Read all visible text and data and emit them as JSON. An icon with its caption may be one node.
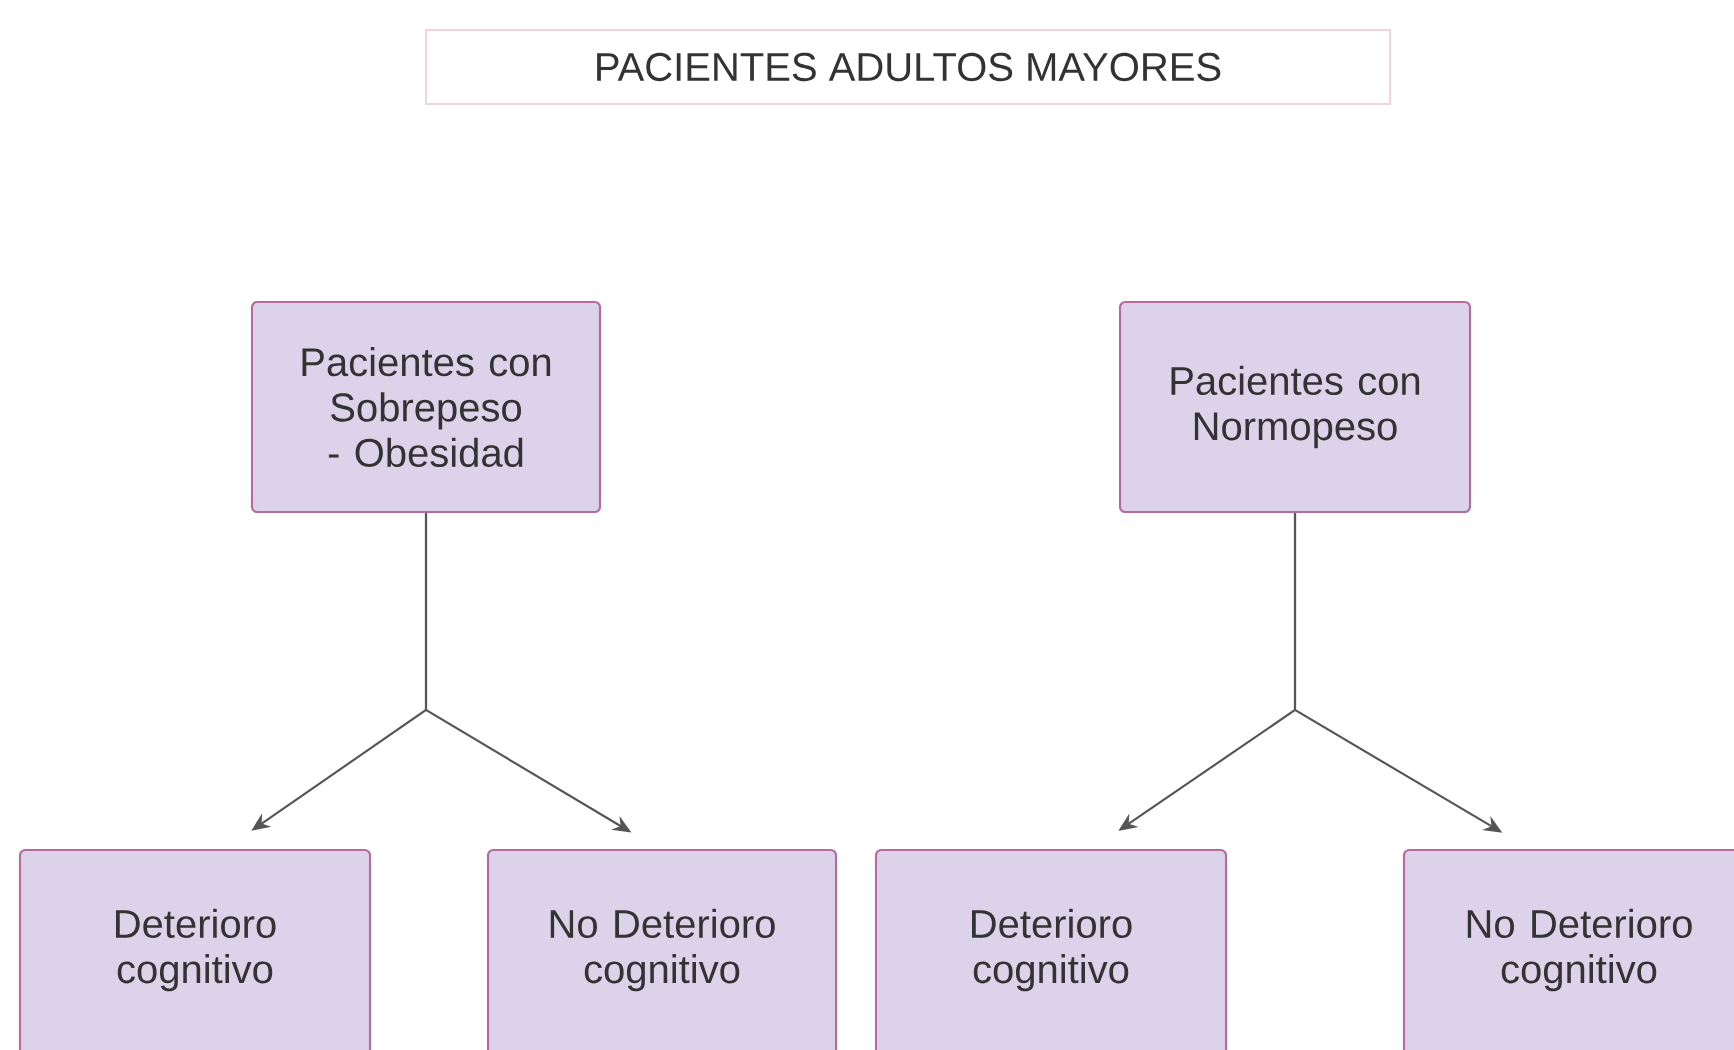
{
  "diagram": {
    "nodes": [
      {
        "text": [
          "PACIENTES ADULTOS MAYORES"
        ]
      },
      {
        "text": [
          "Pacientes con Sobrepeso - Obesidad"
        ]
      },
      {
        "text": [
          "Pacientes con Normopeso"
        ]
      },
      {
        "text": [
          "Deterioro cognitivo"
        ]
      },
      {
        "text": [
          "No Deterioro cognitivo"
        ]
      },
      {
        "text": [
          "Deterioro cognitivo"
        ]
      },
      {
        "text": [
          "No Deterioro cognitivo"
        ]
      }
    ],
    "edges": [
      {
        "from": 1,
        "to": 3,
        "arrow": "to"
      },
      {
        "from": 1,
        "to": 4,
        "arrow": "to"
      },
      {
        "from": 2,
        "to": 5,
        "arrow": "to"
      },
      {
        "from": 2,
        "to": 6,
        "arrow": "to"
      }
    ]
  }
}
